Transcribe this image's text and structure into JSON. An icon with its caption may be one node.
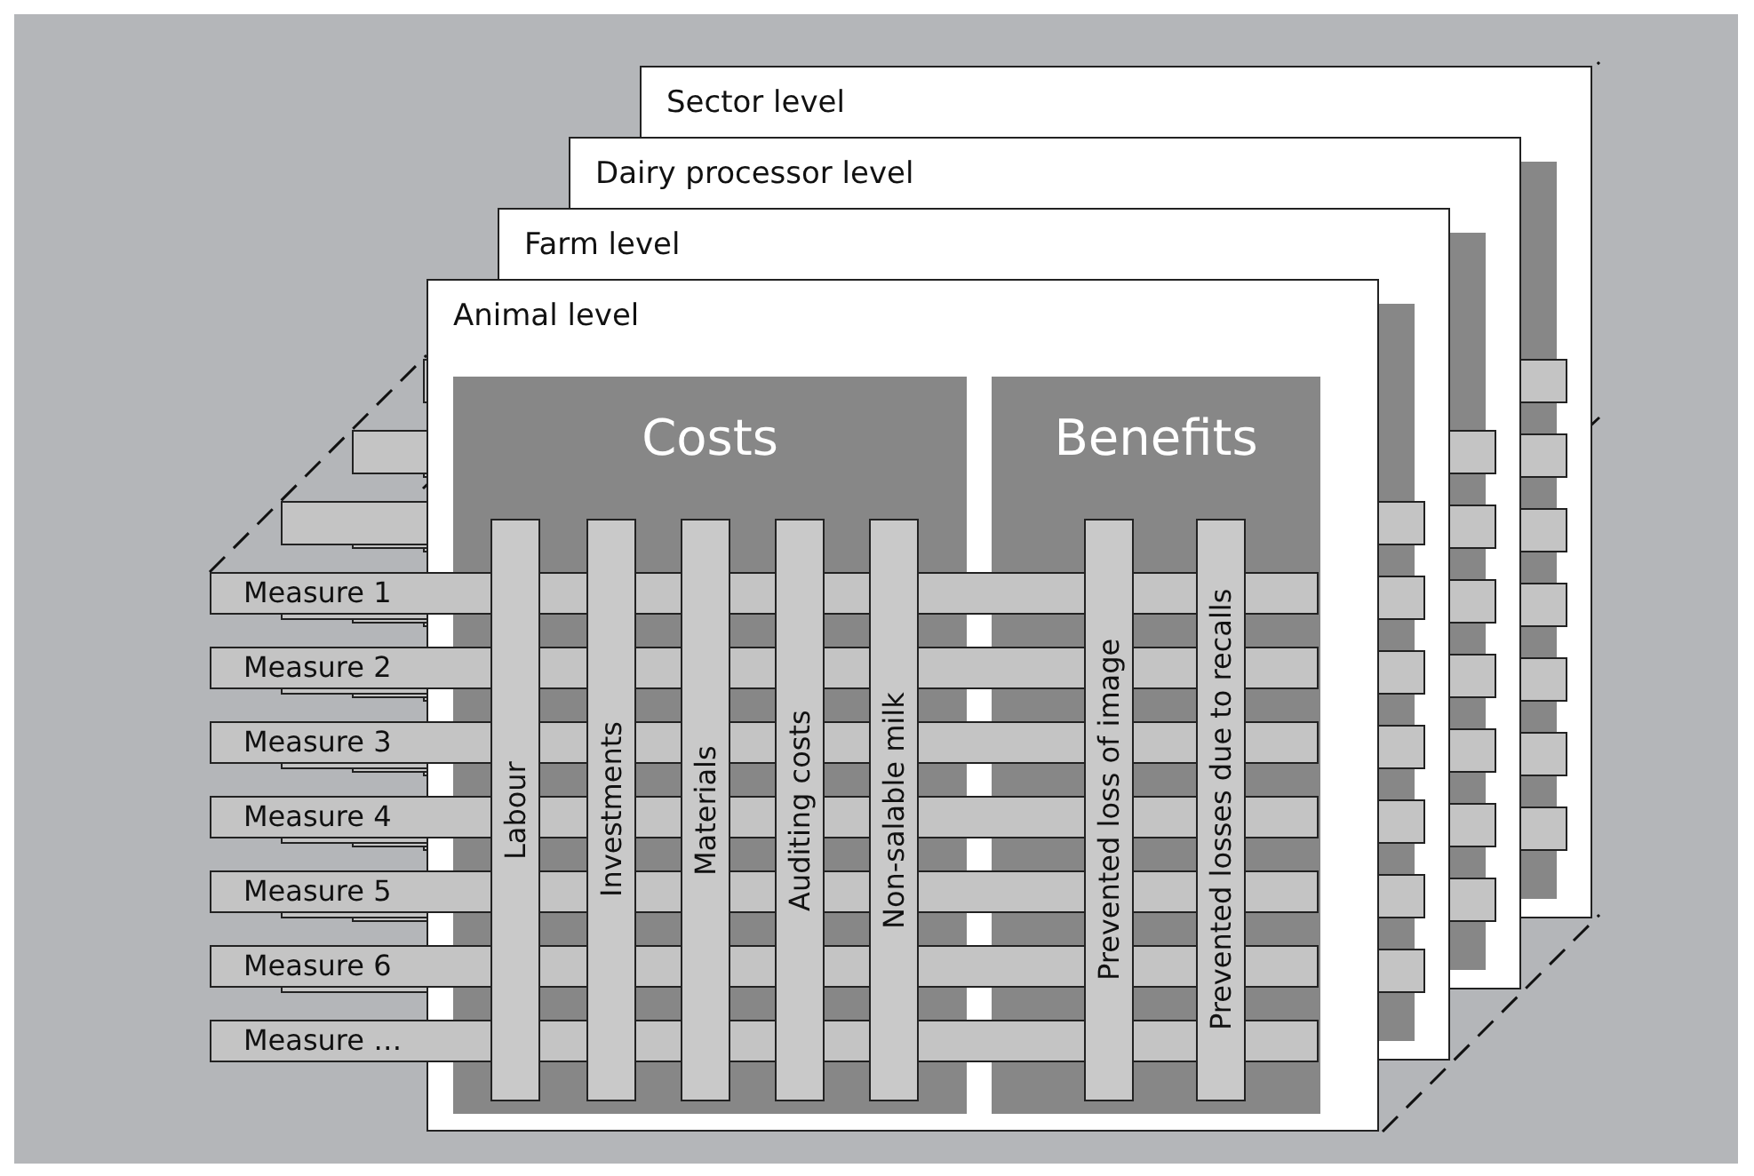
{
  "diagram": {
    "nodes": [
      {
        "text": [
          "Sector level"
        ]
      },
      {
        "text": [
          "Dairy processor level"
        ]
      },
      {
        "text": [
          "Farm level"
        ]
      },
      {
        "text": [
          "Animal level"
        ]
      },
      {
        "text": [
          "Costs"
        ],
        "in": 3
      },
      {
        "text": [
          "Benefits"
        ],
        "in": 3
      },
      {
        "text": [
          "Labour"
        ],
        "in": 4
      },
      {
        "text": [
          "Investments"
        ],
        "in": 4
      },
      {
        "text": [
          "Materials"
        ],
        "in": 4
      },
      {
        "text": [
          "Auditing costs"
        ],
        "in": 4
      },
      {
        "text": [
          "Non-salable milk"
        ],
        "in": 4
      },
      {
        "text": [
          "Prevented loss of image"
        ],
        "in": 5
      },
      {
        "text": [
          "Prevented losses due to recalls"
        ],
        "in": 5
      },
      {
        "text": [
          "Measure 1"
        ]
      },
      {
        "text": [
          "Measure 2"
        ]
      },
      {
        "text": [
          "Measure 3"
        ]
      },
      {
        "text": [
          "Measure 4"
        ]
      },
      {
        "text": [
          "Measure 5"
        ]
      },
      {
        "text": [
          "Measure 6"
        ]
      },
      {
        "text": [
          "Measure …"
        ]
      }
    ],
    "edges": []
  }
}
